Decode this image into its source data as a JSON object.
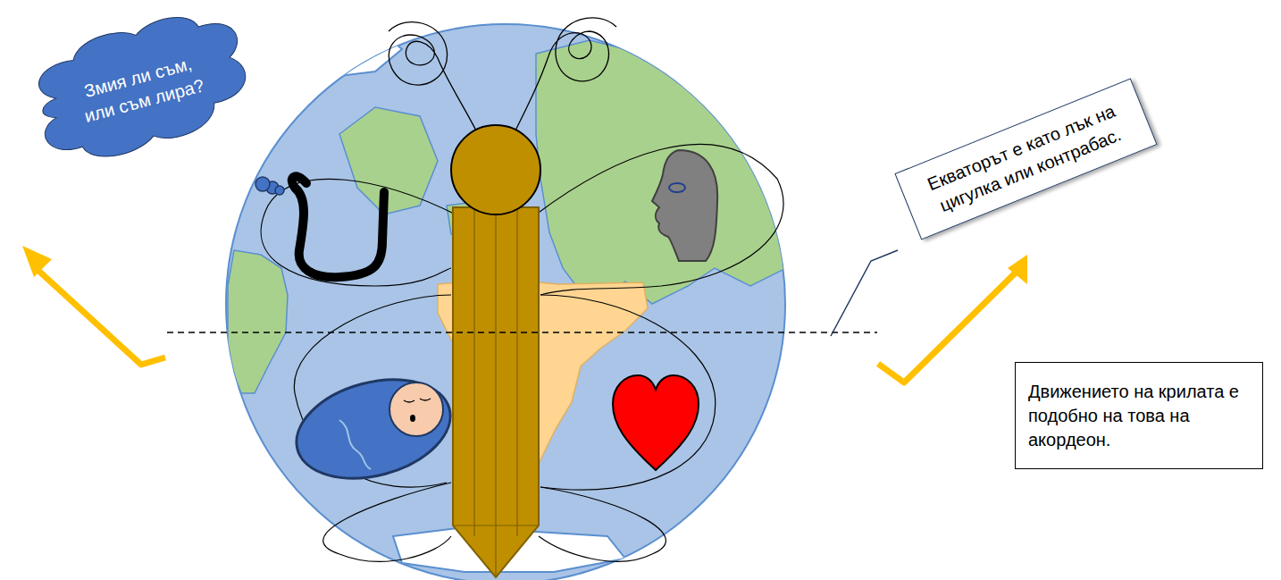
{
  "diagram": {
    "nodes": [
      {
        "text": [
          "Змия ли съм, или съм лира?"
        ]
      },
      {
        "text": [
          "Екваторът е като лък на цигулка или контрабас."
        ]
      },
      {
        "text": [
          "Движението на крилата е подобно на това на акордеон."
        ]
      }
    ]
  }
}
